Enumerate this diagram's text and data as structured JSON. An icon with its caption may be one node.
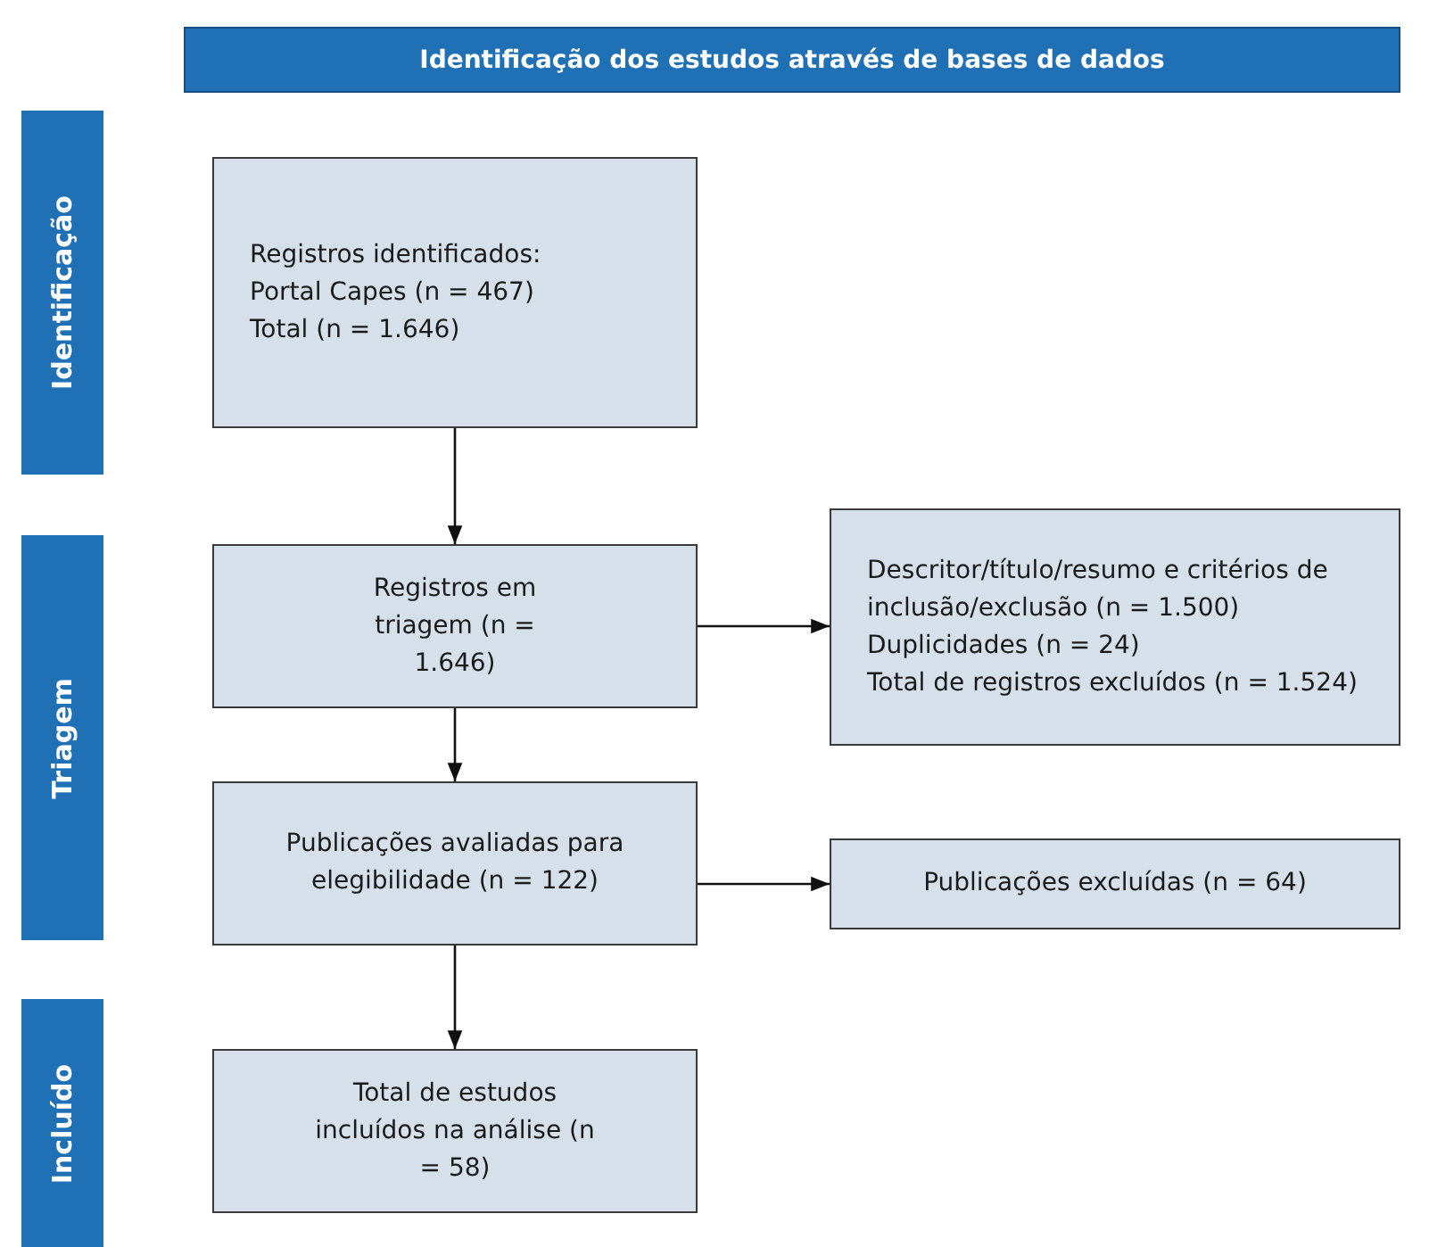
{
  "diagram": {
    "nodes": [
      {
        "text": [
          "Identificação dos estudos através de bases de dados"
        ]
      },
      {
        "text": [
          "Identificação"
        ]
      },
      {
        "text": [
          "Registros identificados:",
          "Portal Capes (n = 467)",
          "Total (n = 1.646)"
        ]
      },
      {
        "text": [
          "Triagem"
        ]
      },
      {
        "text": [
          "Registros em triagem (n = 1.646)"
        ]
      },
      {
        "text": [
          "Descritor/título/resumo e critérios de inclusão/exclusão (n = 1.500)",
          "Duplicidades (n = 24)",
          "Total de registros excluídos (n = 1.524)"
        ]
      },
      {
        "text": [
          "Publicações avaliadas para elegibilidade (n = 122)"
        ]
      },
      {
        "text": [
          "Publicações excluídas (n = 64)"
        ]
      },
      {
        "text": [
          "Incluído"
        ]
      },
      {
        "text": [
          "Total de estudos incluídos na análise (n = 58)"
        ]
      }
    ],
    "edges": [
      {
        "from": 2,
        "to": 4,
        "arrow": "to"
      },
      {
        "from": 4,
        "to": 5,
        "arrow": "to"
      },
      {
        "from": 4,
        "to": 6,
        "arrow": "to"
      },
      {
        "from": 6,
        "to": 7,
        "arrow": "to"
      },
      {
        "from": 6,
        "to": 9,
        "arrow": "to"
      }
    ]
  }
}
